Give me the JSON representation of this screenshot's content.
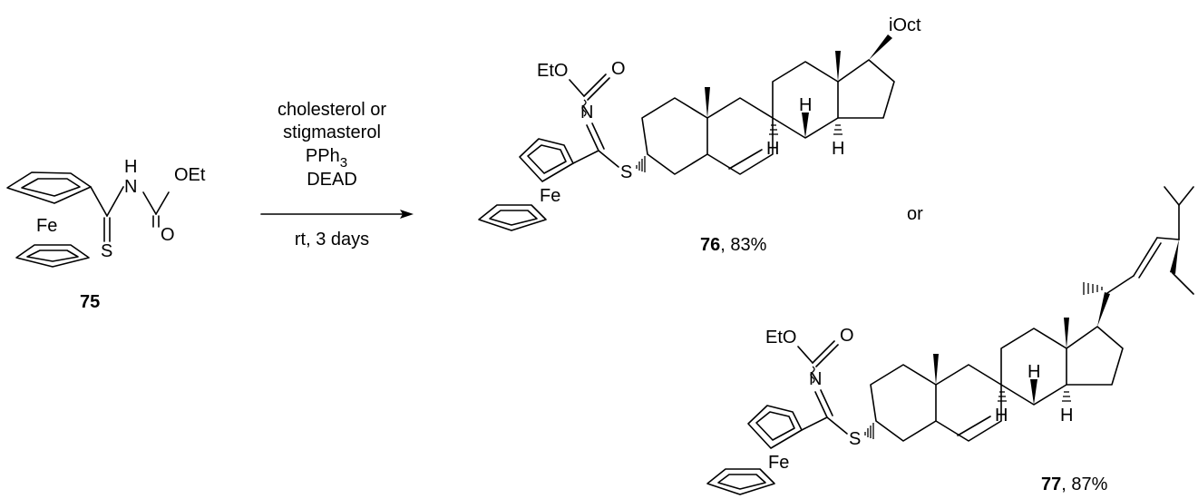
{
  "reactant": {
    "number": "75",
    "labels": {
      "n_h": "H",
      "n": "N",
      "oet": "OEt",
      "o": "O",
      "s": "S",
      "fe": "Fe"
    }
  },
  "conditions": {
    "lines_above": [
      "cholesterol or",
      "stigmasterol",
      "PPh",
      "DEAD"
    ],
    "pph3_subscript": "3",
    "line_below": "rt, 3 days"
  },
  "product_76": {
    "number": "76",
    "yield": ", 83%",
    "labels": {
      "eto": "EtO",
      "o": "O",
      "n": "N",
      "s": "S",
      "fe": "Fe",
      "ioct": "iOct",
      "h": "H"
    }
  },
  "connector": "or",
  "product_77": {
    "number": "77",
    "yield": ", 87%",
    "labels": {
      "eto": "EtO",
      "o": "O",
      "n": "N",
      "s": "S",
      "fe": "Fe",
      "h": "H"
    }
  }
}
